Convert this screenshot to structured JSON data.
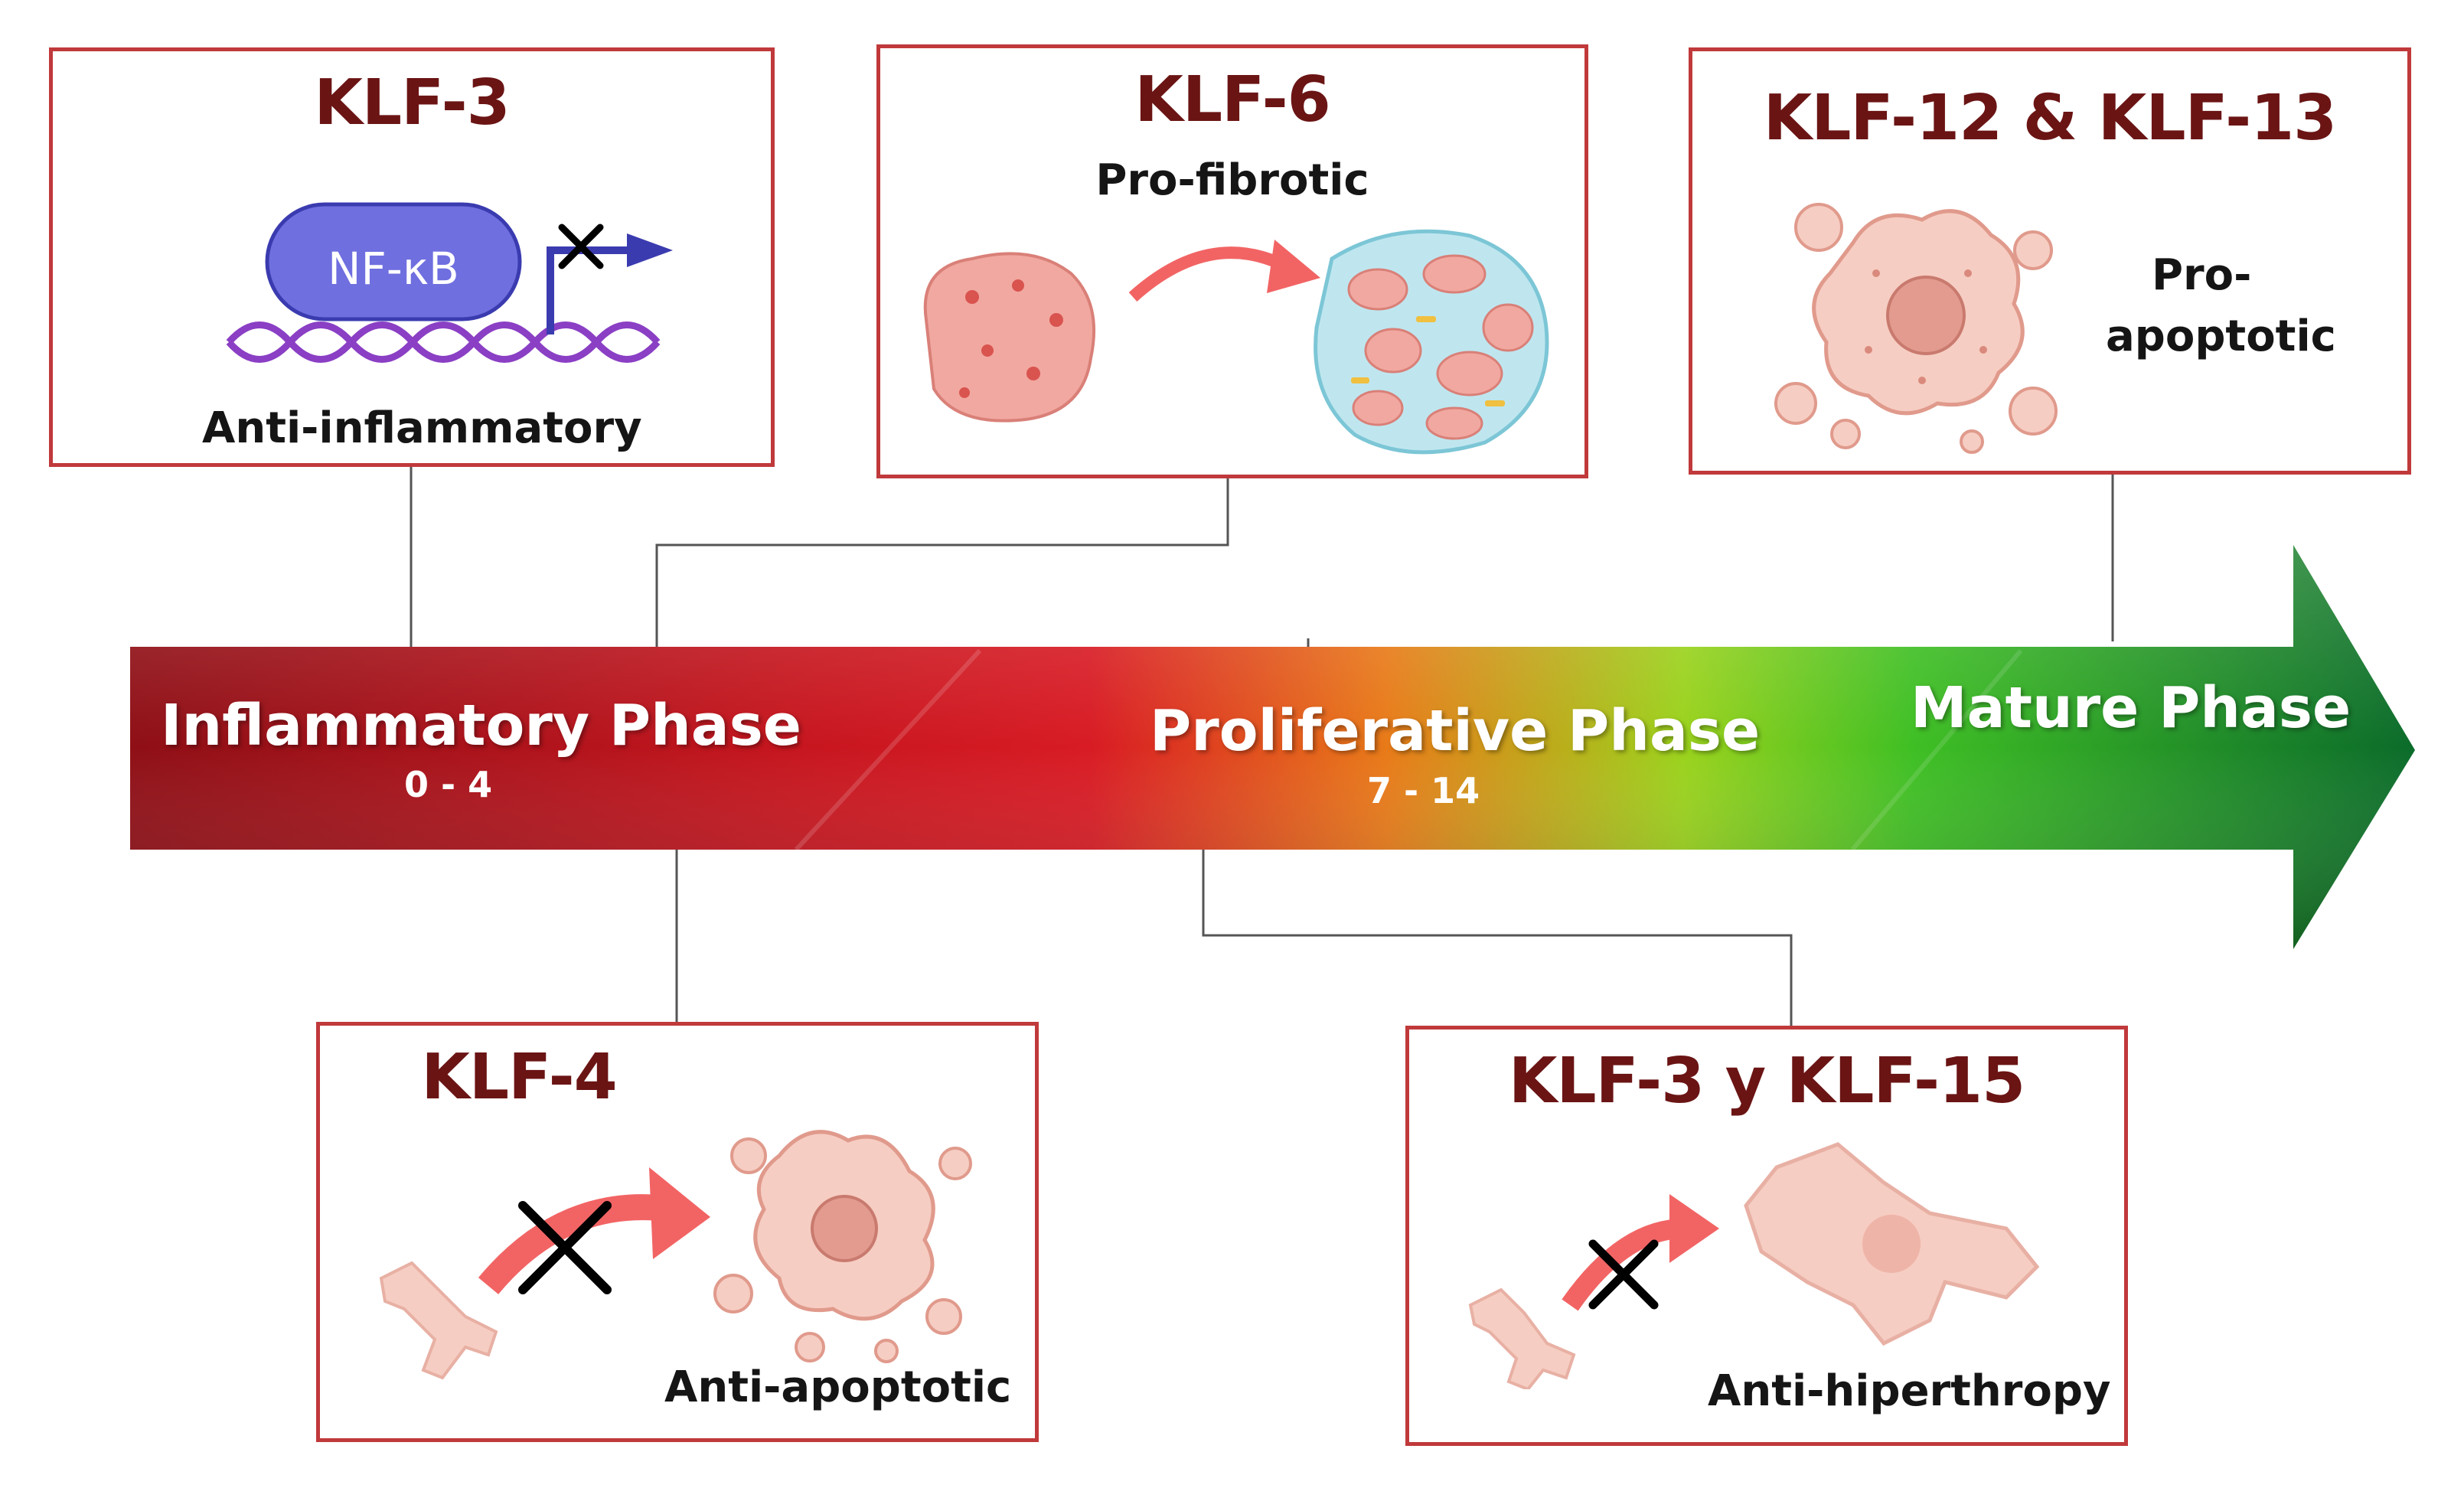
{
  "boxes": {
    "klf3": {
      "title": "KLF-3",
      "label": "Anti-inflammatory",
      "inner_text": "NF-κB"
    },
    "klf6": {
      "title": "KLF-6",
      "label": "Pro-fibrotic"
    },
    "klf12": {
      "title": "KLF-12 & KLF-13",
      "label_line1": "Pro-",
      "label_line2": "apoptotic"
    },
    "klf4": {
      "title": "KLF-4",
      "label": "Anti-apoptotic"
    },
    "klf315": {
      "title": "KLF-3 y KLF-15",
      "label": "Anti-hiperthropy"
    }
  },
  "phases": [
    {
      "name": "Inflammatory Phase",
      "range": "0 - 4"
    },
    {
      "name": "Proliferative Phase",
      "range": "7 - 14"
    },
    {
      "name": "Mature Phase"
    }
  ],
  "colors": {
    "box_border": "#c0393b",
    "title": "#6b1414",
    "arrow_red": "#b3141c",
    "arrow_green": "#0e7a2e",
    "nfkb": "#6f6fe0",
    "dna": "#8a3fc4",
    "cell": "#f4c1b8",
    "curve_arrow": "#f26464"
  }
}
